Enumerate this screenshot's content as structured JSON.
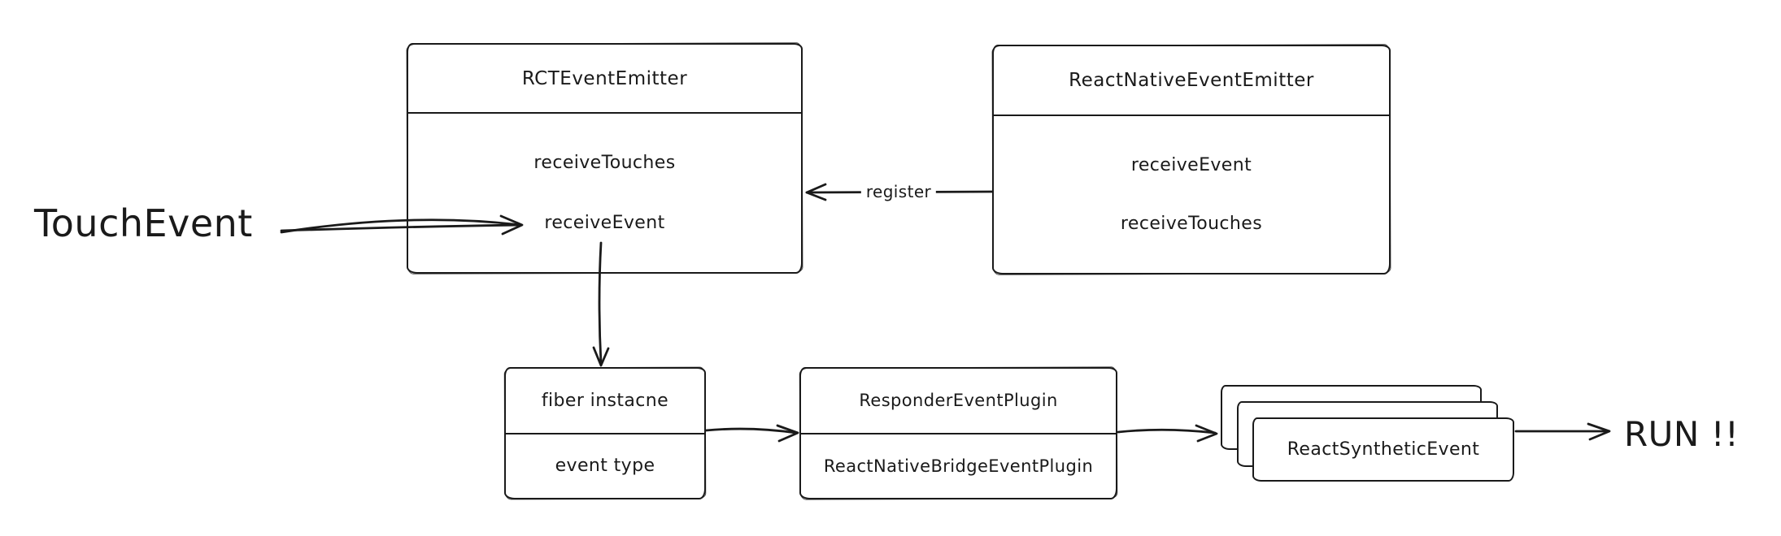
{
  "labels": {
    "touch_event": "TouchEvent",
    "register": "register",
    "run": "RUN !!"
  },
  "boxes": {
    "rct_event_emitter": {
      "title": "RCTEventEmitter",
      "methods": [
        "receiveTouches",
        "receiveEvent"
      ]
    },
    "react_native_event_emitter": {
      "title": "ReactNativeEventEmitter",
      "methods": [
        "receiveEvent",
        "receiveTouches"
      ]
    },
    "fiber": {
      "rows": [
        "fiber instacne",
        "event type"
      ]
    },
    "plugins": {
      "rows": [
        "ResponderEventPlugin",
        "ReactNativeBridgeEventPlugin"
      ]
    },
    "synthetic_event_stack": {
      "label": "ReactSyntheticEvent"
    }
  },
  "colors": {
    "stroke": "#1a1a1a",
    "background": "#ffffff"
  }
}
